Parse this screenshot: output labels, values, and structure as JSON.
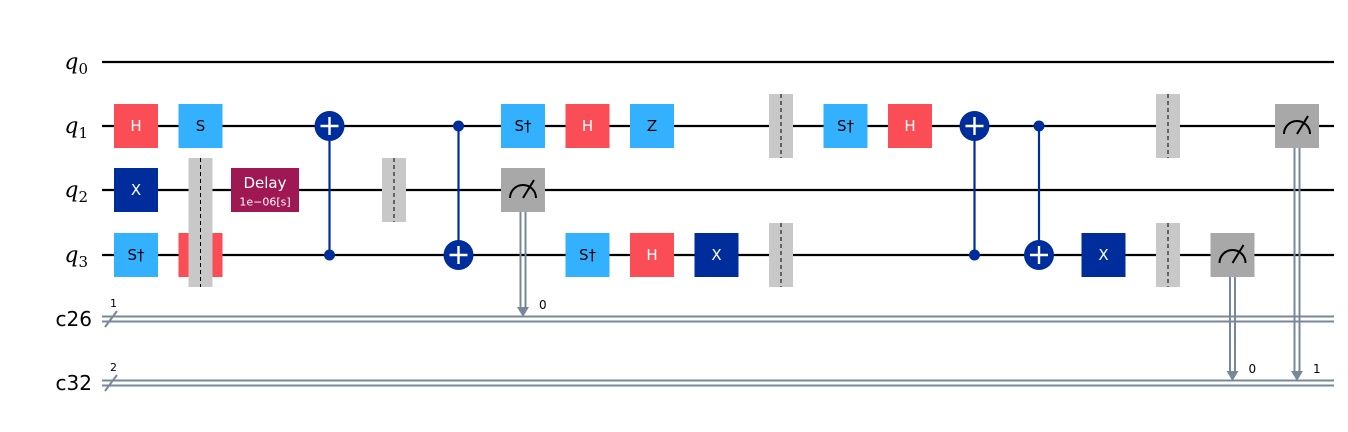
{
  "colors": {
    "h": "#FA4D56",
    "x": "#002D9C",
    "pauli_light": "#33B1FF",
    "delay": "#9F1853",
    "barrier": "#C8C8C8",
    "measure": "#A8A8A8",
    "control": "#002D9C",
    "classical_wire": "#778899"
  },
  "qubits": [
    {
      "name": "q",
      "index": "0"
    },
    {
      "name": "q",
      "index": "1"
    },
    {
      "name": "q",
      "index": "2"
    },
    {
      "name": "q",
      "index": "3"
    }
  ],
  "clbits": [
    {
      "name": "c26",
      "width": "1"
    },
    {
      "name": "c32",
      "width": "2"
    }
  ],
  "delay": {
    "title": "Delay",
    "value": "1e−06[s]"
  },
  "gates": [
    {
      "label": "H",
      "qubit": 1,
      "col": 0,
      "kind": "h"
    },
    {
      "label": "X",
      "qubit": 2,
      "col": 0,
      "kind": "x"
    },
    {
      "label": "S†",
      "qubit": 3,
      "col": 0,
      "kind": "pauli_light"
    },
    {
      "label": "S",
      "qubit": 1,
      "col": 1,
      "kind": "pauli_light"
    },
    {
      "label": "H",
      "qubit": 3,
      "col": 1,
      "kind": "h"
    },
    {
      "label": "S†",
      "qubit": 1,
      "col": 6,
      "kind": "pauli_light"
    },
    {
      "label": "S†",
      "qubit": 3,
      "col": 7,
      "kind": "pauli_light"
    },
    {
      "label": "H",
      "qubit": 1,
      "col": 7,
      "kind": "h"
    },
    {
      "label": "H",
      "qubit": 3,
      "col": 8,
      "kind": "h"
    },
    {
      "label": "Z",
      "qubit": 1,
      "col": 8,
      "kind": "pauli_light"
    },
    {
      "label": "X",
      "qubit": 3,
      "col": 9,
      "kind": "x"
    },
    {
      "label": "S†",
      "qubit": 1,
      "col": 11,
      "kind": "pauli_light"
    },
    {
      "label": "H",
      "qubit": 1,
      "col": 12,
      "kind": "h"
    },
    {
      "label": "X",
      "qubit": 3,
      "col": 15,
      "kind": "x"
    }
  ],
  "delays": [
    {
      "qubit": 2,
      "col": 2
    }
  ],
  "barriers": [
    {
      "qubits": [
        2,
        3
      ],
      "col": 1
    },
    {
      "qubits": [
        2
      ],
      "col": 4
    },
    {
      "qubits": [
        1
      ],
      "col": 10
    },
    {
      "qubits": [
        3
      ],
      "col": 10
    },
    {
      "qubits": [
        1
      ],
      "col": 16
    },
    {
      "qubits": [
        3
      ],
      "col": 16
    }
  ],
  "cnots": [
    {
      "control": 3,
      "target": 1,
      "col": 3
    },
    {
      "control": 1,
      "target": 3,
      "col": 5
    },
    {
      "control": 3,
      "target": 1,
      "col": 13
    },
    {
      "control": 1,
      "target": 3,
      "col": 14
    }
  ],
  "measures": [
    {
      "qubit": 2,
      "col": 6,
      "creg": 0,
      "bit": "0"
    },
    {
      "qubit": 3,
      "col": 17,
      "creg": 1,
      "bit": "0"
    },
    {
      "qubit": 1,
      "col": 18,
      "creg": 1,
      "bit": "1"
    }
  ]
}
